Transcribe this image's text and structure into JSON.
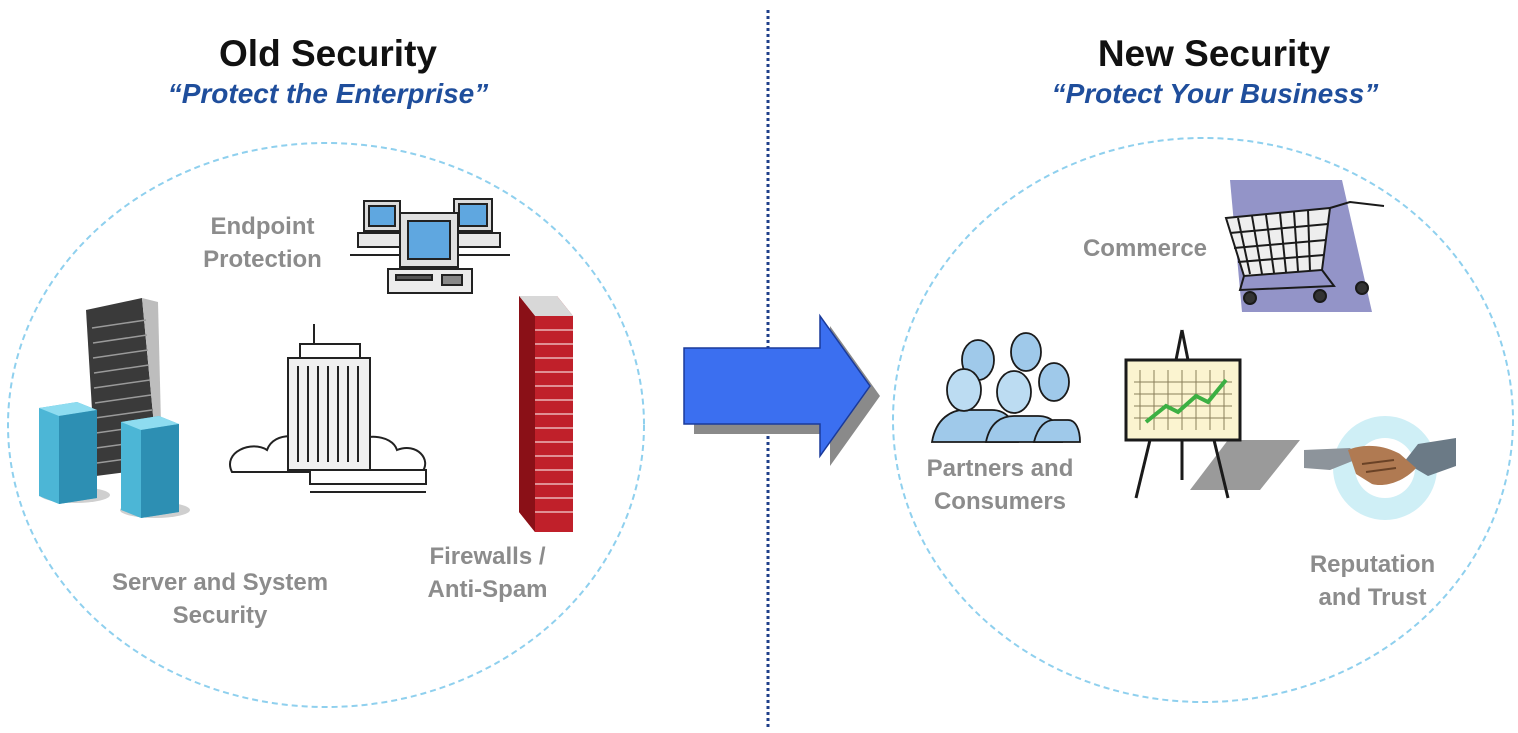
{
  "left": {
    "title": "Old Security",
    "subtitle": "“Protect the Enterprise”",
    "labels": {
      "endpoint": [
        "Endpoint",
        "Protection"
      ],
      "server": [
        "Server and System",
        "Security"
      ],
      "firewall": [
        "Firewalls /",
        "Anti-Spam"
      ]
    }
  },
  "right": {
    "title": "New Security",
    "subtitle": "“Protect Your Business”",
    "labels": {
      "commerce": "Commerce",
      "partners": [
        "Partners and",
        "Consumers"
      ],
      "reputation": [
        "Reputation",
        "and Trust"
      ]
    }
  },
  "colors": {
    "title": "#111111",
    "subtitle": "#1f4e9c",
    "label": "#8c8c8c",
    "circle": "#8fd0ee",
    "divider": "#1f3f8a",
    "arrow": "#3b6ff0"
  }
}
